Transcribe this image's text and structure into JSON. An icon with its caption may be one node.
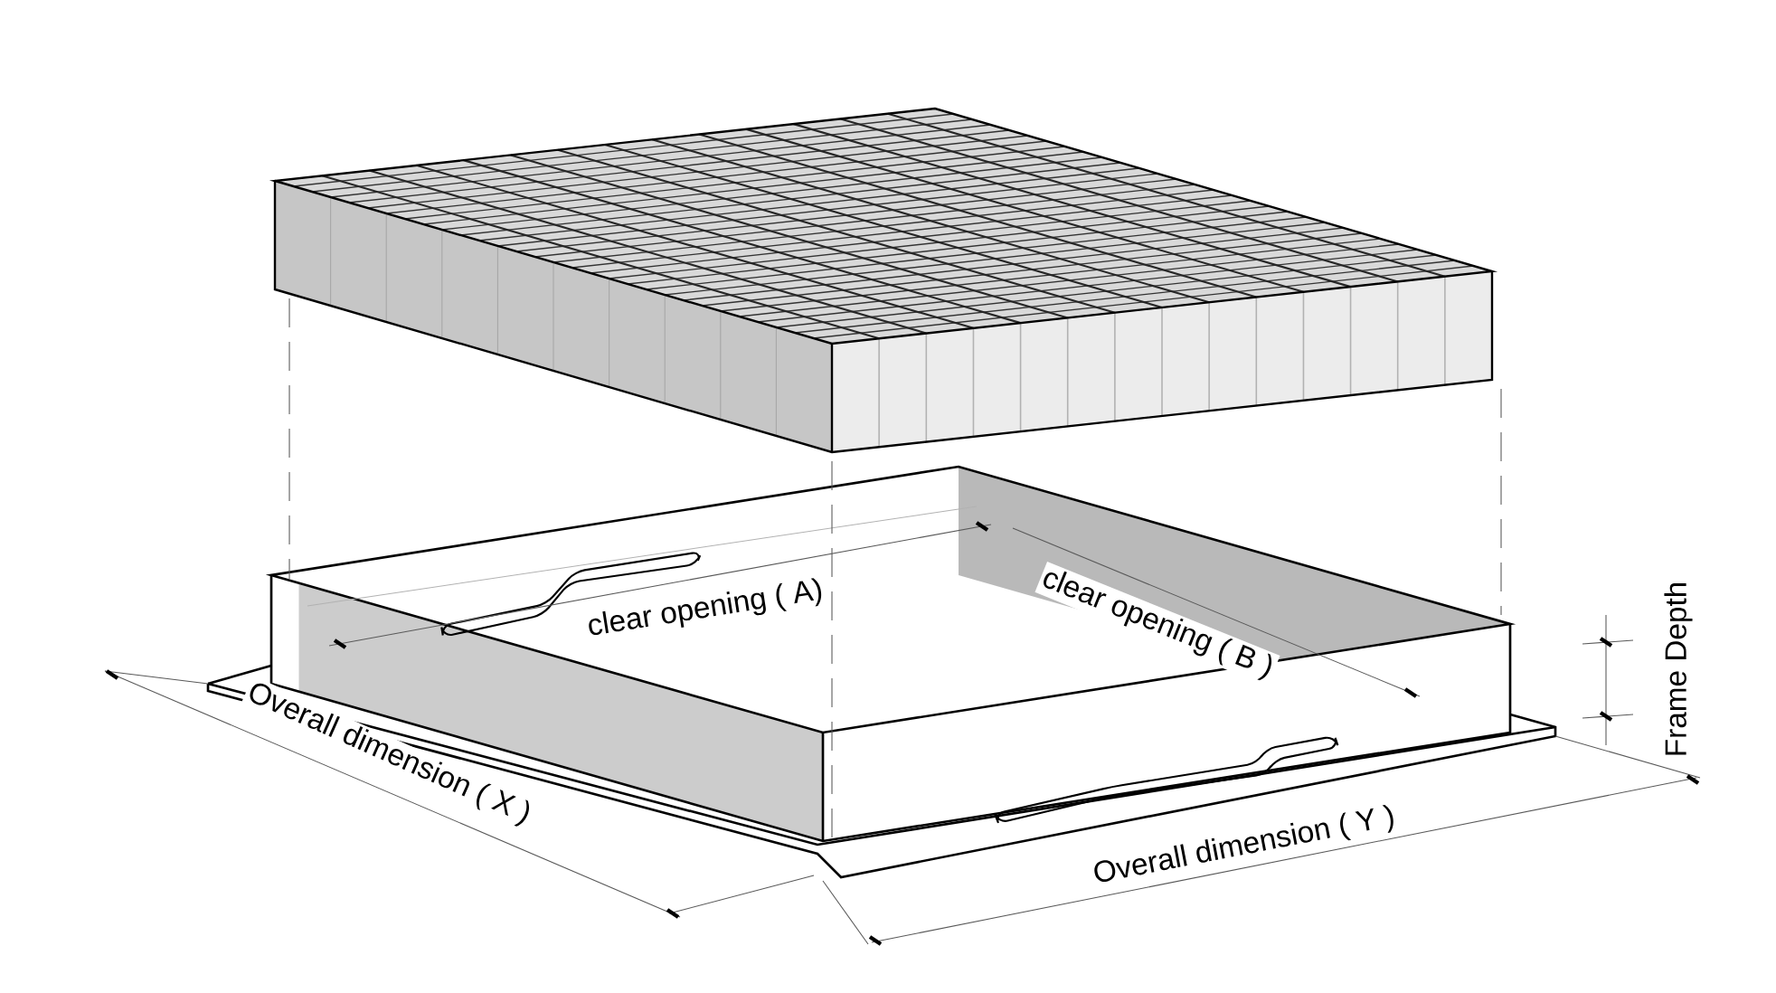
{
  "diagram": {
    "labels": [
      "clear opening ( A)",
      "clear opening ( B )",
      "Frame Depth",
      "Overall dimension ( X )",
      "Overall dimension ( Y )"
    ]
  }
}
